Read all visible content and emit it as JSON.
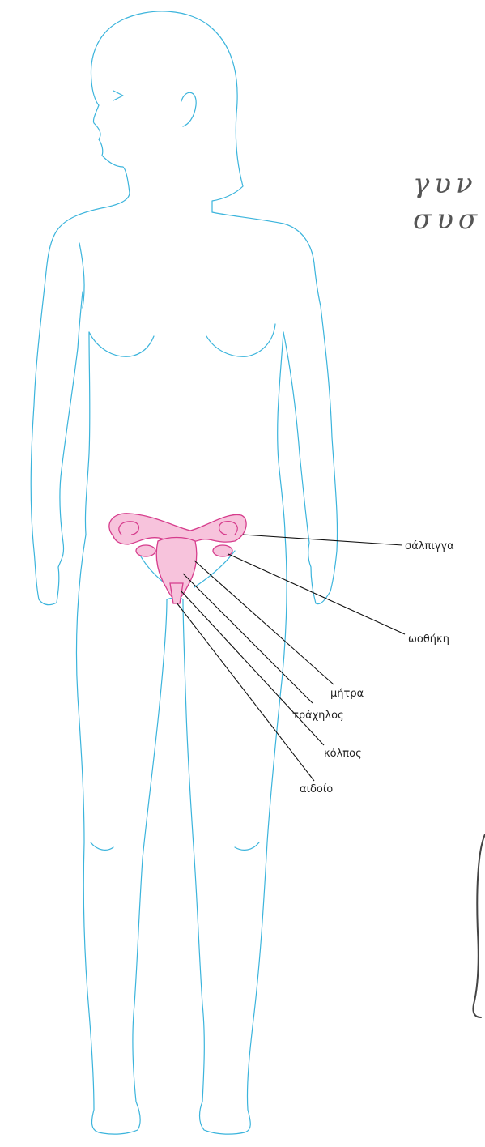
{
  "heading": {
    "line1": "γυν",
    "line2": "συσ"
  },
  "labels": {
    "fallopian_tube": "σάλπιγγα",
    "ovary": "ωοθήκη",
    "uterus": "μήτρα",
    "cervix": "τράχηλος",
    "vagina": "κόλπος",
    "vulva": "αιδοίο"
  },
  "colors": {
    "body_outline": "#3bb4dc",
    "organ_stroke": "#d63c8c",
    "organ_fill": "#f7c3dc",
    "leader_line": "#111111"
  }
}
